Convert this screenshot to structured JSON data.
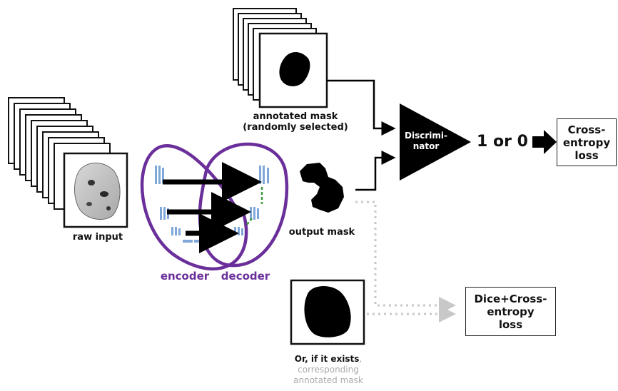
{
  "labels": {
    "raw_input": "raw input",
    "annotated_mask_line1": "annotated mask",
    "annotated_mask_line2": "(randomly selected)",
    "output_mask": "output mask",
    "encoder": "encoder",
    "decoder": "decoder",
    "discriminator_line1": "Discrimi-",
    "discriminator_line2": "nator",
    "one_or_zero": "1 or 0",
    "cross_entropy_line1": "Cross-",
    "cross_entropy_line2": "entropy",
    "cross_entropy_line3": "loss",
    "dice_line1": "Dice+Cross-",
    "dice_line2": "entropy",
    "dice_line3": "loss",
    "alt_line1_bold": "Or, if it exists",
    "alt_line1_comma": ",",
    "alt_line2": "corresponding",
    "alt_line3": "annotated mask"
  },
  "colors": {
    "encoder_decoder": "#6a2f9a",
    "dotted_path": "#c8c8c8",
    "alt_text_grey": "#aaaaaa"
  }
}
